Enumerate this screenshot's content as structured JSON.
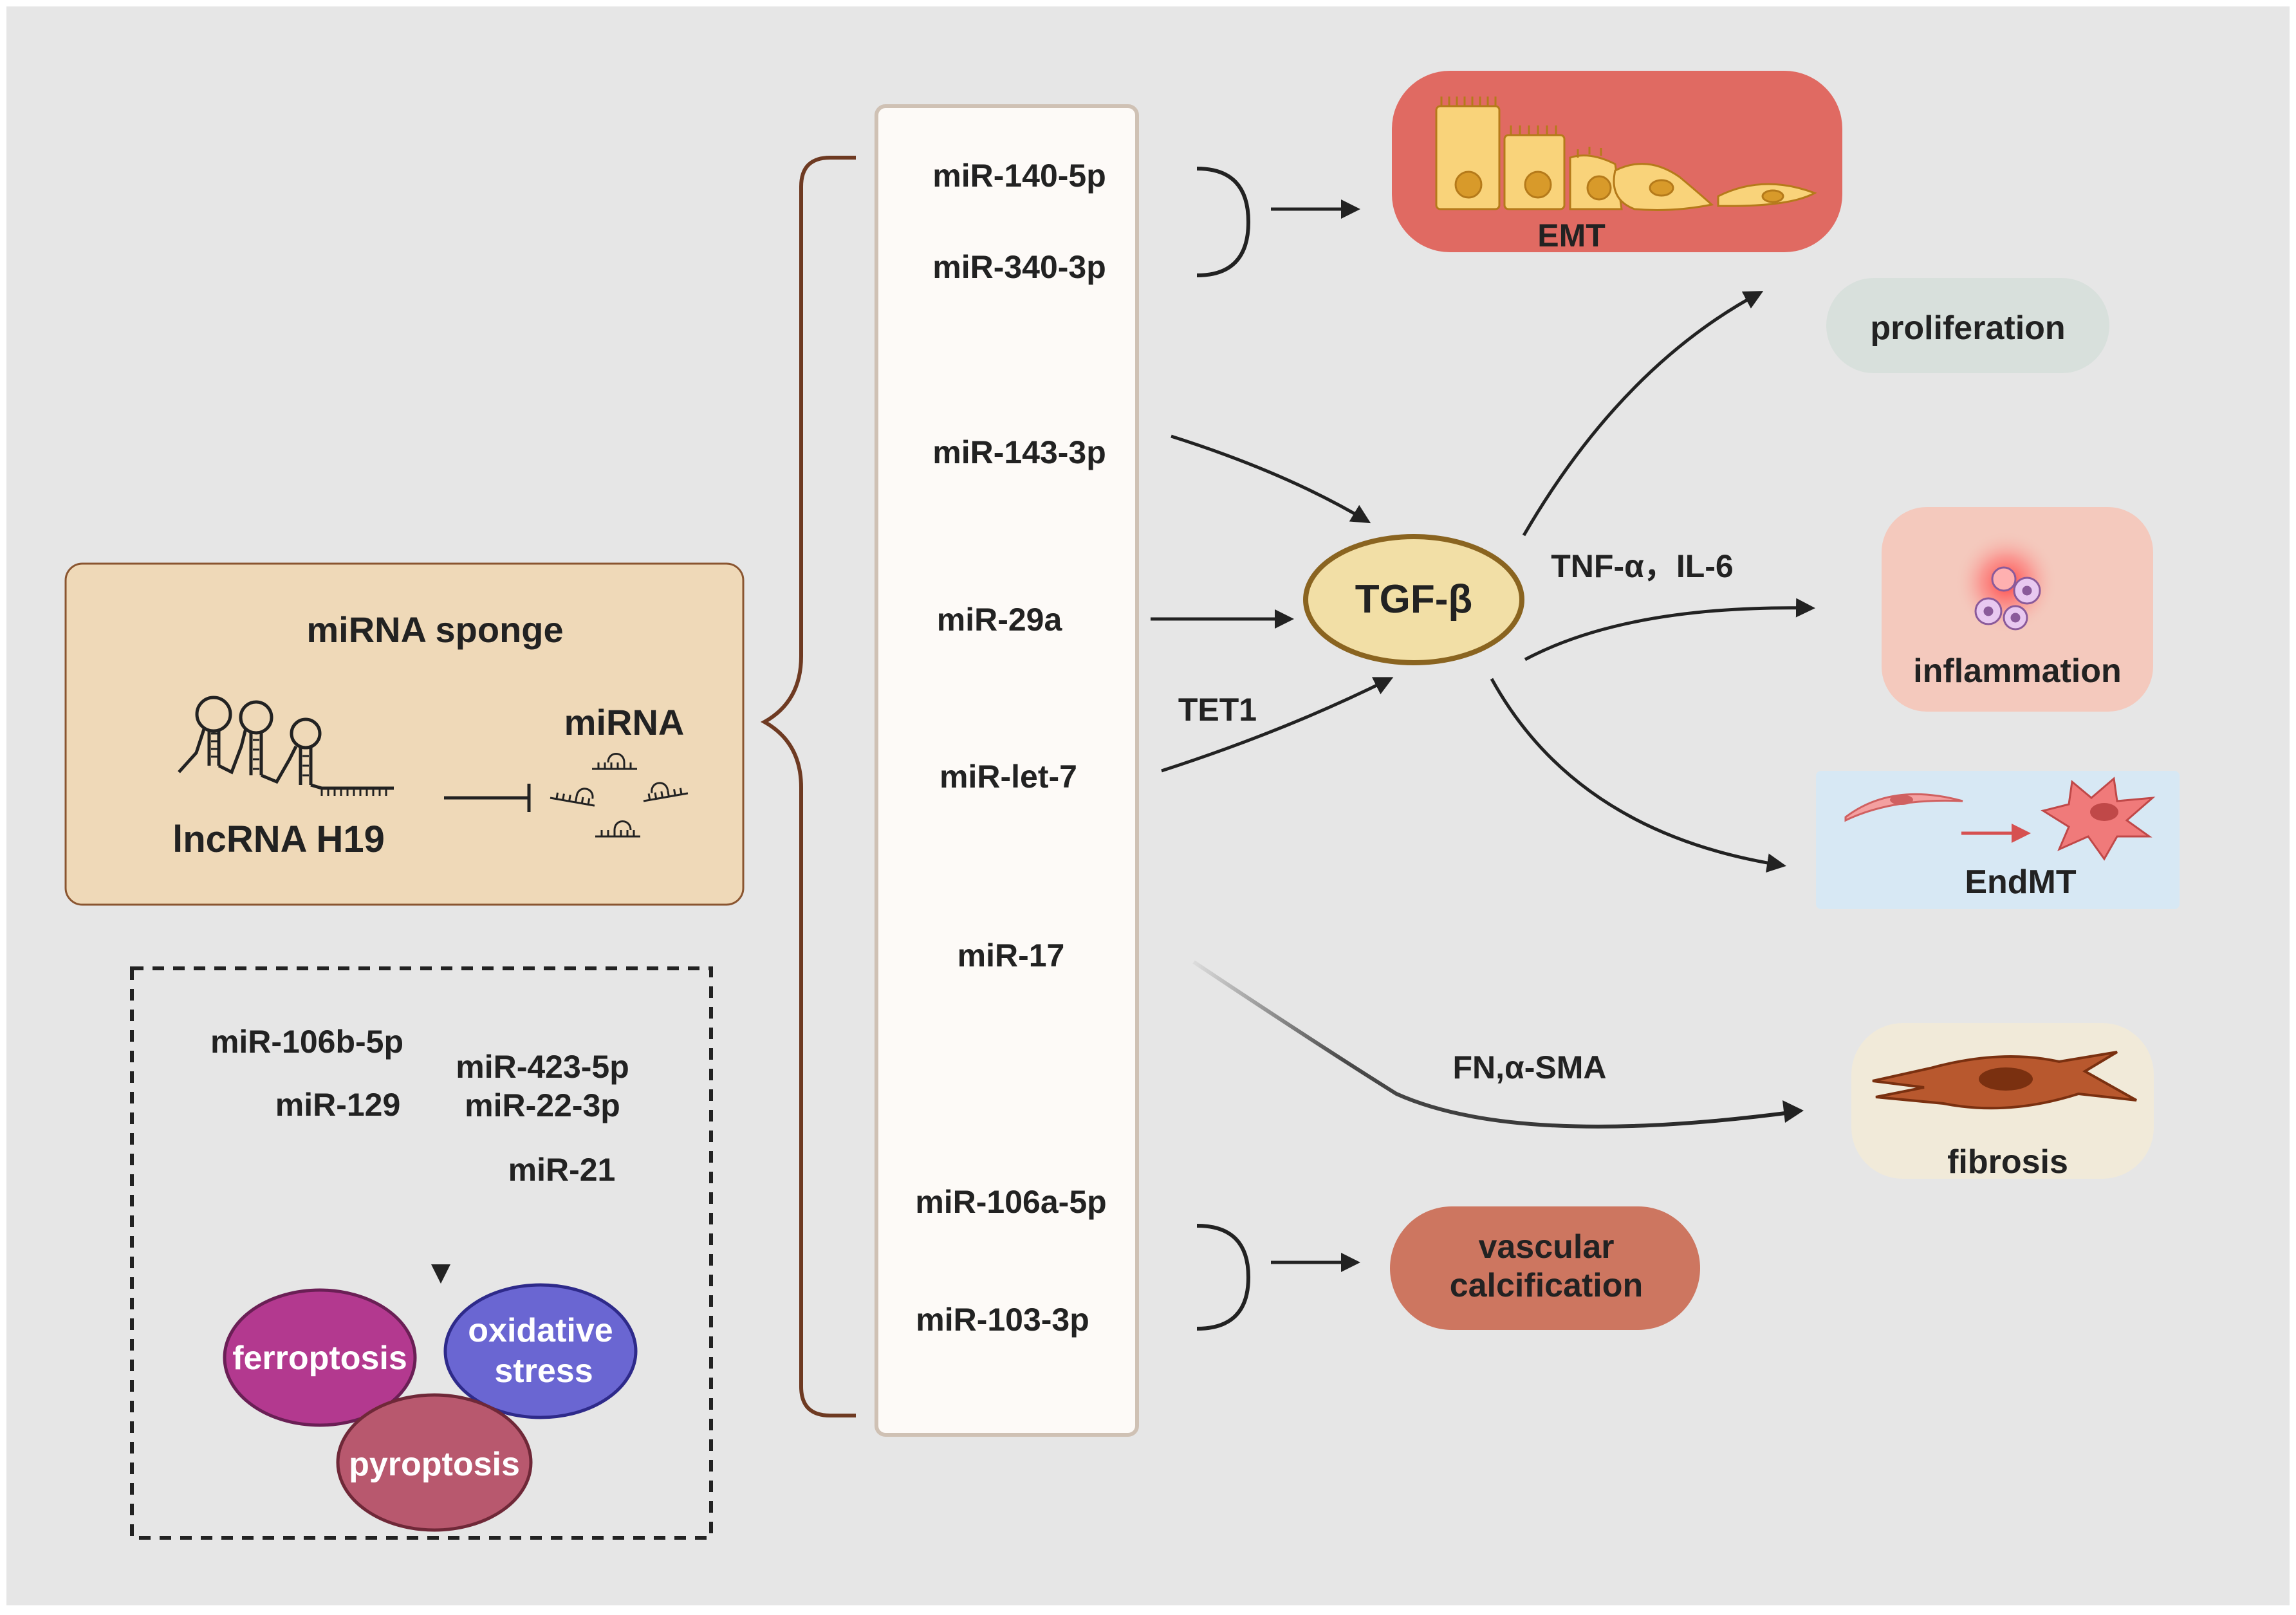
{
  "sponge": {
    "title": "miRNA sponge",
    "lncrna_label": "lncRNA H19",
    "mirna_label": "miRNA"
  },
  "mirnas": {
    "m1": "miR-140-5p",
    "m2": "miR-340-3p",
    "m3": "miR-143-3p",
    "m4": "miR-29a",
    "m5": "miR-let-7",
    "m6": "miR-17",
    "m7": "miR-106a-5p",
    "m8": "miR-103-3p"
  },
  "death": {
    "mirnas_left": [
      "miR-106b-5p",
      "miR-129"
    ],
    "mirnas_right": [
      "miR-423-5p",
      "miR-22-3p",
      "miR-21"
    ],
    "ferroptosis": "ferroptosis",
    "oxidative_line1": "oxidative",
    "oxidative_line2": "stress",
    "pyroptosis": "pyroptosis"
  },
  "center": {
    "tgf": "TGF-β",
    "tet1": "TET1",
    "tnf": "TNF-α，IL-6",
    "fn": "FN,α-SMA"
  },
  "outcomes": {
    "emt": "EMT",
    "proliferation": "proliferation",
    "inflammation": "inflammation",
    "endmt": "EndMT",
    "fibrosis": "fibrosis",
    "vascular_line1": "vascular",
    "vascular_line2": "calcification"
  },
  "colors": {
    "background": "#e6e6e6",
    "sponge_box": "#efd9b8",
    "emt_box": "#e06a62",
    "proliferation_box": "#d8e0dc",
    "inflammation_box": "#f4c9bd",
    "endmt_box": "#d7e8f4",
    "fibrosis_box": "#f1ead9",
    "vascular_box": "#cd7660",
    "tgf_fill": "#f2dfa6",
    "tgf_stroke": "#8a6420",
    "ferroptosis": "#b3398f",
    "oxidative": "#6a66d2",
    "pyroptosis": "#b8586e",
    "brace": "#6e3a22"
  }
}
